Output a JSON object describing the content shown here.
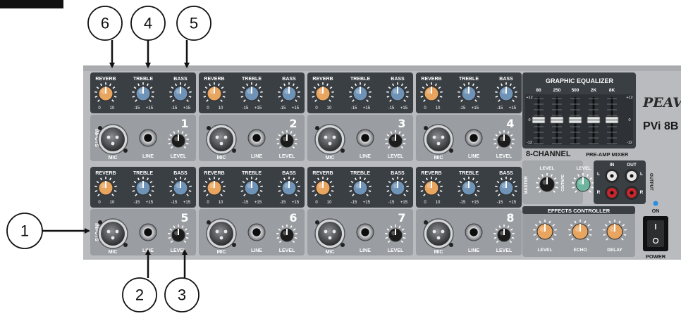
{
  "colors": {
    "panel": "#b9bbbe",
    "eq_strip": "#3a3f44",
    "channel_body": "#9a9da1",
    "reverb_knob": "#e8a560",
    "treble_bass_knob": "#6f93b6",
    "line_knob": "#6db59c",
    "jack_red": "#c8262c",
    "led_blue": "#2a8fe0"
  },
  "callouts": [
    "6",
    "4",
    "5",
    "1",
    "2",
    "3"
  ],
  "knob_labels": {
    "reverb": "REVERB",
    "treble": "TREBLE",
    "bass": "BASS"
  },
  "knob_scales": {
    "reverb_min": "0",
    "reverb_max": "10",
    "eq_min": "-15",
    "eq_max": "+15"
  },
  "input_labels": {
    "inputs": "INPUTS",
    "mic": "MIC",
    "line": "LINE",
    "level": "LEVEL"
  },
  "channels": [
    "1",
    "2",
    "3",
    "4",
    "5",
    "6",
    "7",
    "8"
  ],
  "graphic_eq": {
    "title": "GRAPHIC EQUALIZER",
    "bands": [
      "80",
      "250",
      "500",
      "2K",
      "8K"
    ],
    "scale_top": "+12",
    "scale_mid": "0",
    "scale_bottom": "-12"
  },
  "brand": {
    "logo": "PEAVEY",
    "model": "PVi 8B"
  },
  "mixer_title": {
    "main": "8-CHANNEL",
    "sub": "PRE-AMP MIXER"
  },
  "master_section": {
    "master": "MASTER",
    "level": "LEVEL",
    "cd_tape": "CD/TAPE",
    "in": "IN",
    "out": "OUT",
    "output": "OUTPUT",
    "l": "L",
    "r": "R"
  },
  "power": {
    "on": "ON",
    "power": "POWER"
  },
  "effects": {
    "title": "EFFECTS CONTROLLER",
    "knobs": [
      "LEVEL",
      "ECHO",
      "DELAY"
    ]
  }
}
